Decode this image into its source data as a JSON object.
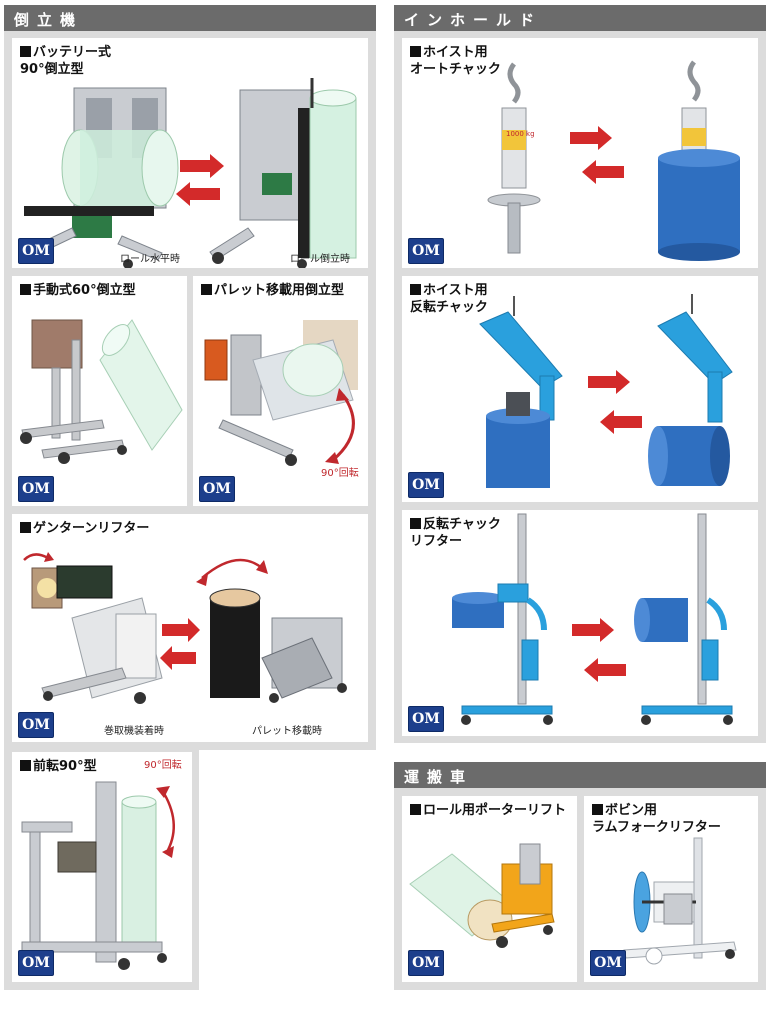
{
  "sections": {
    "tilting": {
      "title": "倒立機"
    },
    "inhold": {
      "title": "インホールド"
    },
    "transport": {
      "title": "運搬車"
    }
  },
  "badge": "OM",
  "cards": {
    "battery": {
      "title": "バッテリー式\n90°倒立型",
      "caption_left": "ロール水平時",
      "caption_right": "ロール倒立時"
    },
    "manual": {
      "title": "手動式60°倒立型"
    },
    "pallet": {
      "title": "パレット移載用倒立型",
      "note": "90°回転"
    },
    "gentan": {
      "title": "ゲンターンリフター",
      "caption_left": "巻取機装着時",
      "caption_right": "パレット移載時"
    },
    "forward": {
      "title": "前転90°型",
      "note": "90°回転"
    },
    "hoist_auto": {
      "title": "ホイスト用\nオートチャック",
      "label": "1000 kg"
    },
    "hoist_flip": {
      "title": "ホイスト用\n反転チャック"
    },
    "flip_lifter": {
      "title": "反転チャック\nリフター"
    },
    "roll_porter": {
      "title": "ロール用ポーターリフト"
    },
    "bobbin": {
      "title": "ボビン用\nラムフォークリフター"
    }
  },
  "colors": {
    "header": "#6b6b6b",
    "badge": "#1d3f8c",
    "arrow": "#d32a2a",
    "roll_blue": "#2f6fc0",
    "lifter_blue": "#2aa0dd"
  }
}
